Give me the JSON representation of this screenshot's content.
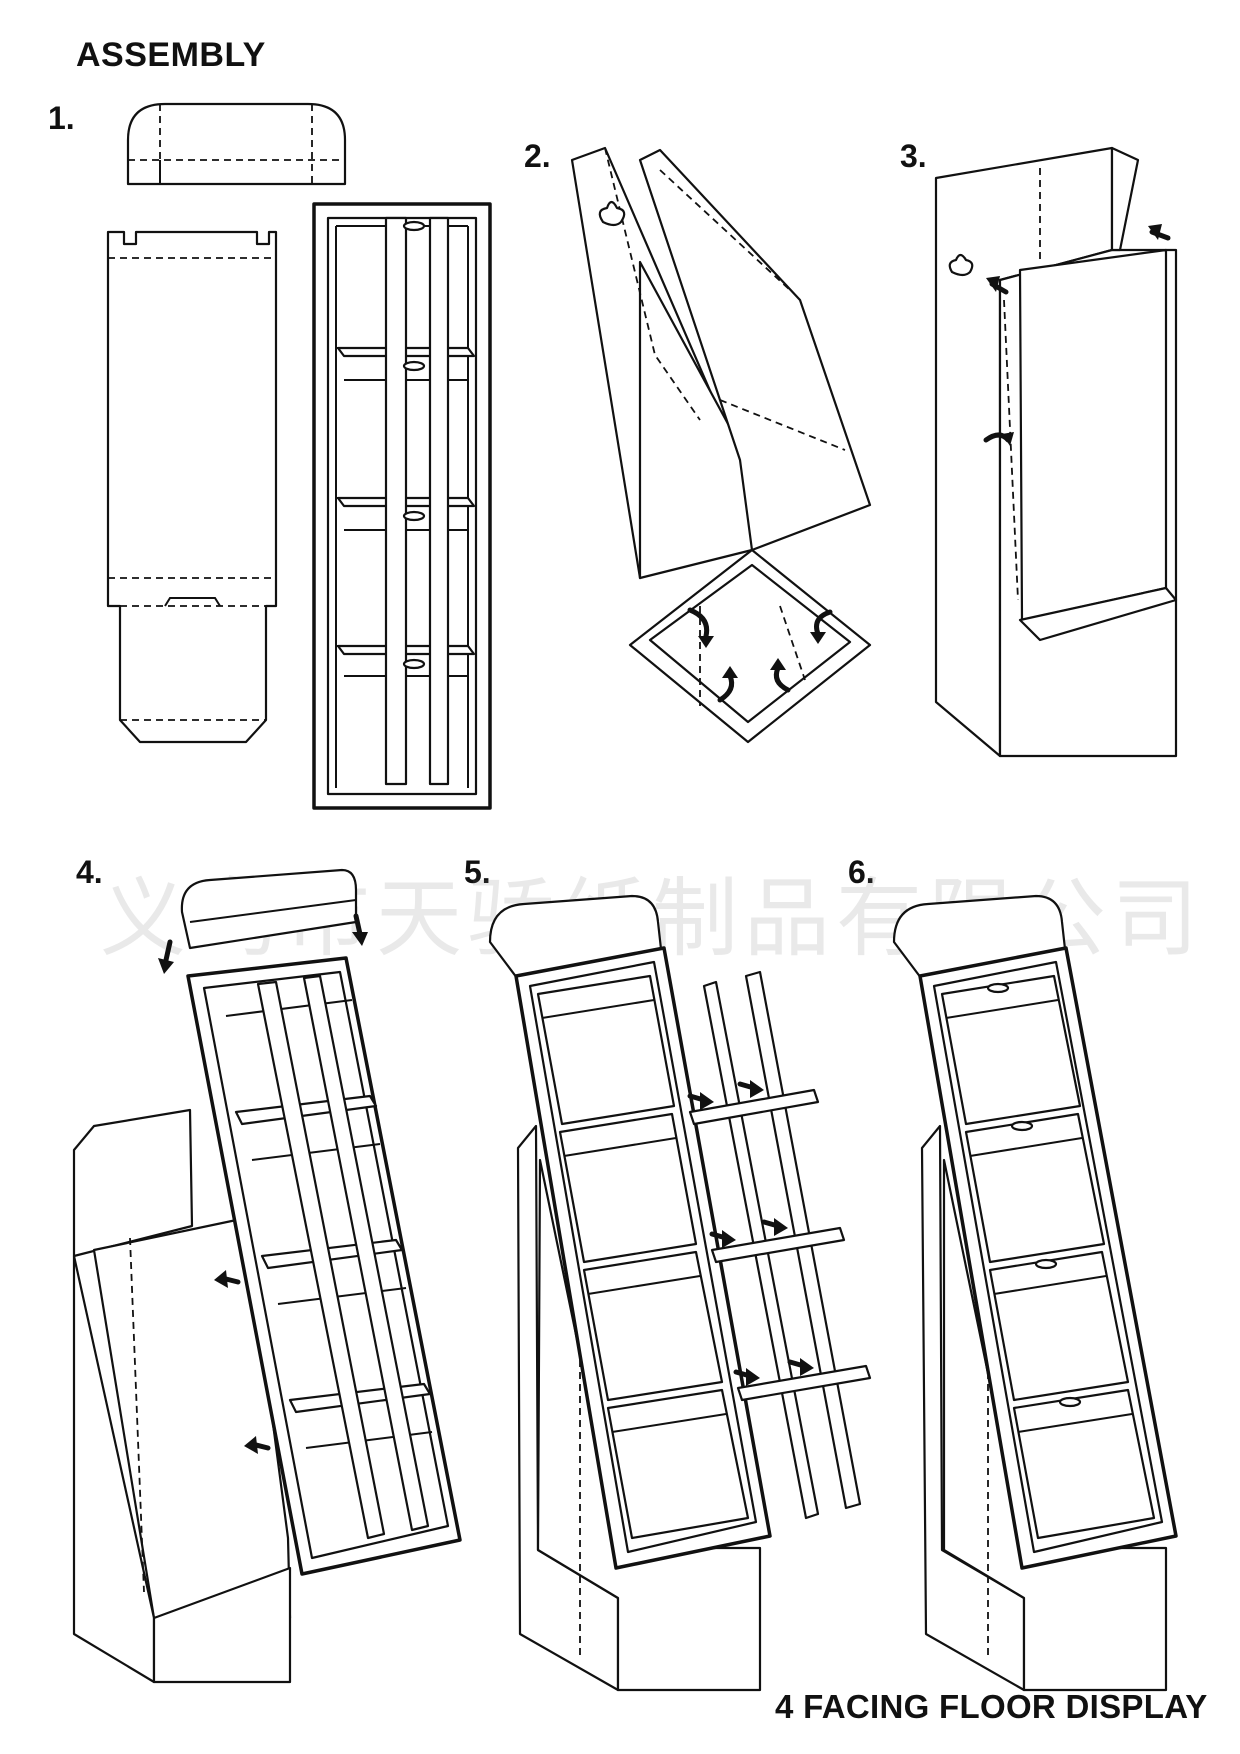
{
  "heading": "ASSEMBLY",
  "steps": [
    "1.",
    "2.",
    "3.",
    "4.",
    "5.",
    "6."
  ],
  "footer": "4 FACING FLOOR DISPLAY",
  "watermark": "义乌市天骄纸制品有限公司",
  "colors": {
    "line": "#111111",
    "background": "#ffffff",
    "watermark": "#9a9a9a"
  }
}
